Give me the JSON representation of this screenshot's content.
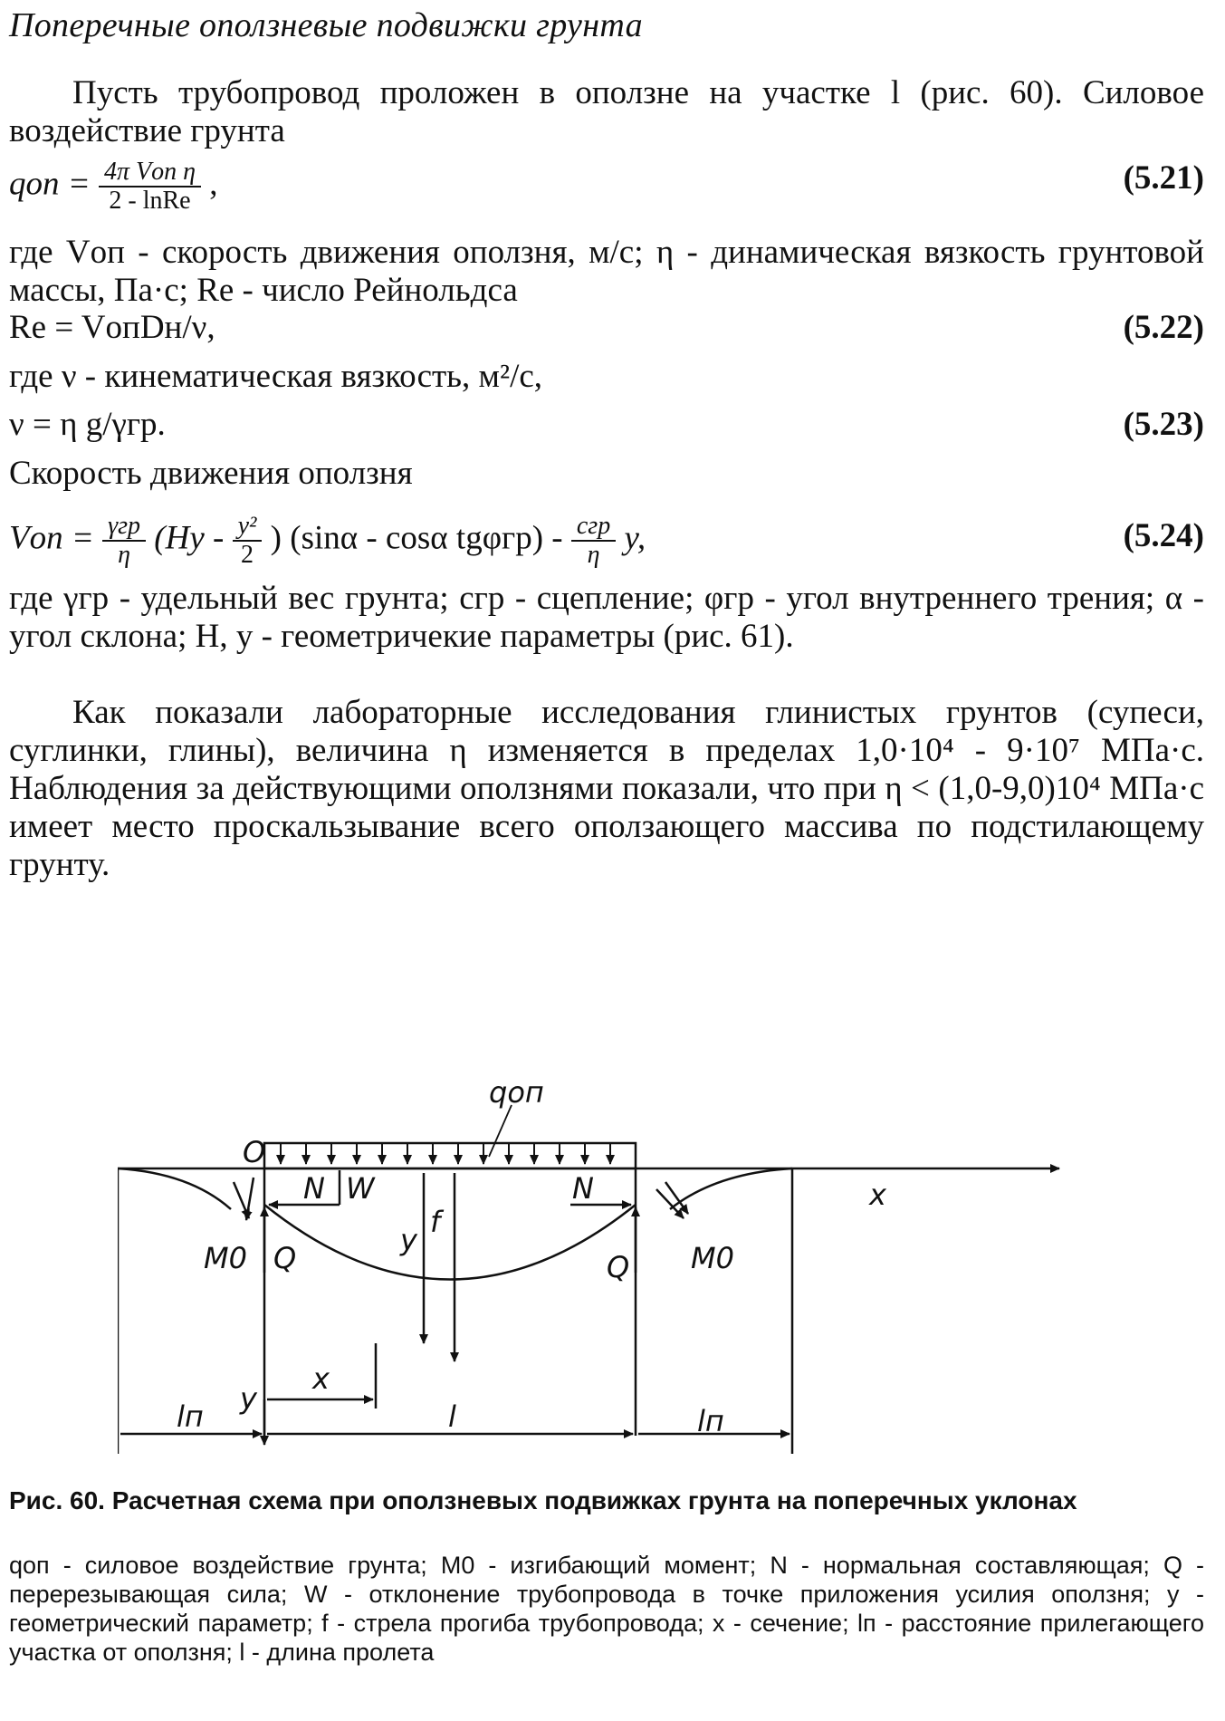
{
  "section_title": "Поперечные оползневые подвижки грунта",
  "paragraph_1": "Пусть трубопровод проложен в оползне на участке l (рис. 60). Силовое воздействие грунта",
  "eq_521": {
    "lhs": "qоп =",
    "numerator": "4π Vоп η",
    "denominator": "2 - lnRe",
    "tail": ",",
    "number": "(5.21)"
  },
  "paragraph_2": "где Vоп - скорость движения оползня, м/с; η - динамическая вязкость грунтовой массы, Па·с; Re - число Рейнольдса",
  "eq_522": {
    "expr": "Re = VопDн/ν,",
    "number": "(5.22)"
  },
  "paragraph_3": "где ν - кинематическая вязкость, м²/с,",
  "eq_523": {
    "expr": "ν = η g/γгр.",
    "number": "(5.23)"
  },
  "paragraph_4": "Скорость движения оползня",
  "eq_524": {
    "lhs": "Vоп =",
    "frac1_num": "γгр",
    "frac1_den": "η",
    "bracket_left": "(Hy -",
    "frac2_num": "y²",
    "frac2_den": "2",
    "bracket_right": ")",
    "middle": "(sinα - cosα tgφгр) -",
    "frac3_num": "cгр",
    "frac3_den": "η",
    "tail": "y,",
    "number": "(5.24)"
  },
  "paragraph_5": "где γгр - удельный вес грунта; cгр - сцепление; φгр - угол внутреннего трения; α - угол склона; H, y - геометричекие параметры (рис. 61).",
  "paragraph_6": "Как показали лабораторные исследования глинистых грунтов (супеси, суглинки, глины), величина η изменяется в пределах 1,0·10⁴ - 9·10⁷ МПа·с. Наблюдения за действующими оползнями показали, что при η < (1,0-9,0)10⁴ МПа·с имеет место проскальзывание всего оползающего массива по подстилающему грунту.",
  "figure": {
    "labels": {
      "q": "qоп",
      "origin": "O",
      "x_axis": "x",
      "n_left": "N",
      "w": "W",
      "n_right": "N",
      "m0_left": "M0",
      "m0_right": "M0",
      "q_left": "Q",
      "q_right": "Q",
      "y_dim": "y",
      "f_dim": "f",
      "x_dim": "x",
      "y_axis": "y",
      "lp_left": "lп",
      "l_span": "l",
      "lp_right": "lп"
    }
  },
  "caption_title": "Рис. 60. Расчетная схема при оползневых подвижках грунта на поперечных уклонах",
  "caption_legend": "qоп - силовое воздействие грунта; M0 - изгибающий момент; N - нормальная составляющая; Q - перерезывающая сила; W - отклонение трубопровода в точке приложения усилия оползня; y - геометрический параметр; f - стрела прогиба трубопровода; x - сечение; lп - расстояние прилегающего участка от оползня; l - длина пролета"
}
